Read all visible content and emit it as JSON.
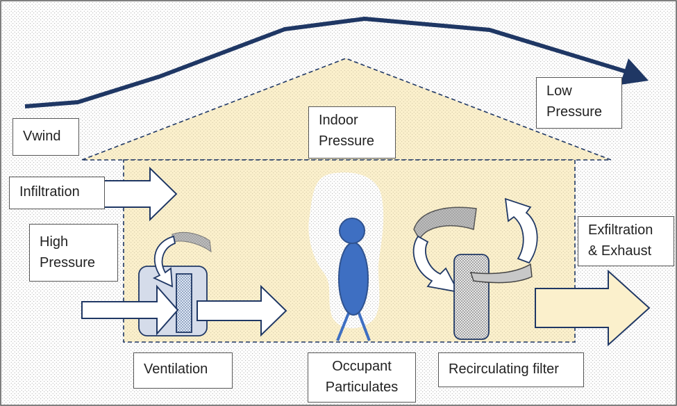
{
  "labels": {
    "vwind": "Vwind",
    "low_pressure": "Low\nPressure",
    "indoor_pressure": "Indoor\nPressure",
    "infiltration": "Infiltration",
    "high_pressure": "High\nPressure",
    "exfiltration": "Exfiltration\n& Exhaust",
    "ventilation": "Ventilation",
    "occupant": "Occupant\nParticulates",
    "recirculating": "Recirculating filter"
  },
  "colors": {
    "house_fill": "#fbf0cc",
    "wind_line": "#1f3764",
    "occupant": "#3e6fc2",
    "occupant_outline": "#2f528f",
    "arrow_outline": "#1f3764",
    "unit_fill": "#d5dcea",
    "grey_arrow": "#c8c8c8"
  }
}
